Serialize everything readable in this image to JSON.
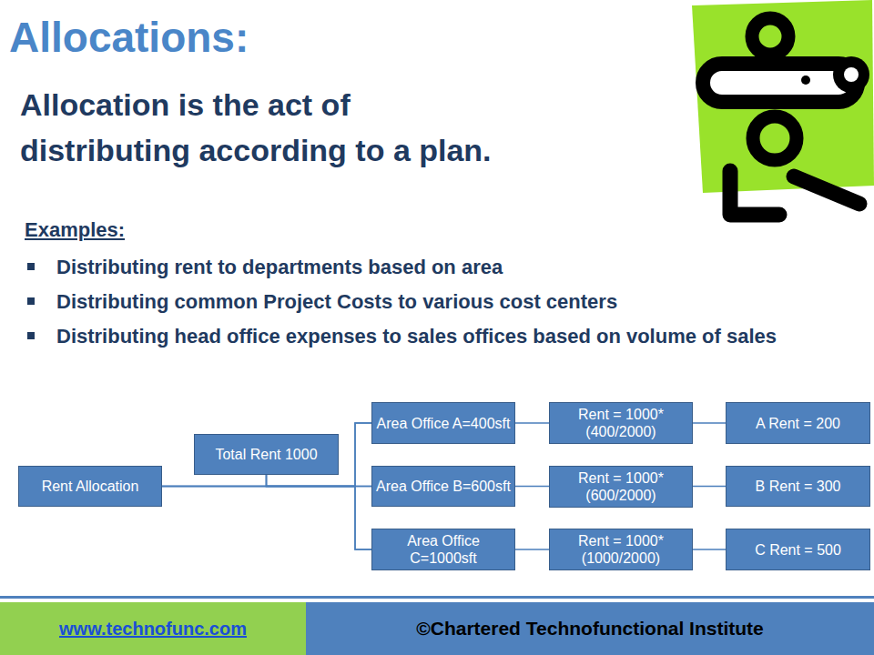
{
  "diagram": {
    "title": "Allocations:",
    "nodes": [
      {
        "text": [
          "Rent Allocation"
        ]
      },
      {
        "text": [
          "Total Rent 1000"
        ]
      },
      {
        "text": [
          "Area Office A=400sft"
        ]
      },
      {
        "text": [
          "Rent = 1000*(400/2000)"
        ]
      },
      {
        "text": [
          "A Rent = 200"
        ]
      },
      {
        "text": [
          "Area Office B=600sft"
        ]
      },
      {
        "text": [
          "Rent = 1000*(600/2000)"
        ]
      },
      {
        "text": [
          "B Rent = 300"
        ]
      },
      {
        "text": [
          "Area Office C=1000sft"
        ]
      },
      {
        "text": [
          "Rent = 1000*(1000/2000)"
        ]
      },
      {
        "text": [
          "C Rent = 500"
        ]
      }
    ],
    "edges": [
      {
        "from": 0,
        "to": 2,
        "arrow": "none"
      },
      {
        "from": 0,
        "to": 5,
        "arrow": "none"
      },
      {
        "from": 0,
        "to": 8,
        "arrow": "none"
      },
      {
        "from": 1,
        "to": 2,
        "arrow": "none"
      },
      {
        "from": 1,
        "to": 5,
        "arrow": "none"
      },
      {
        "from": 1,
        "to": 8,
        "arrow": "none"
      },
      {
        "from": 2,
        "to": 3,
        "arrow": "none"
      },
      {
        "from": 3,
        "to": 4,
        "arrow": "none"
      },
      {
        "from": 5,
        "to": 6,
        "arrow": "none"
      },
      {
        "from": 6,
        "to": 7,
        "arrow": "none"
      },
      {
        "from": 8,
        "to": 9,
        "arrow": "none"
      },
      {
        "from": 9,
        "to": 10,
        "arrow": "none"
      }
    ],
    "labels": [
      "Allocation is the act of distributing according to a plan.",
      "Examples:",
      "Distributing rent to departments based on area",
      "Distributing common Project Costs to various cost centers",
      "Distributing head office expenses to sales offices based on volume of sales",
      "www.technofunc.com",
      "©Chartered Technofunctional Institute"
    ]
  }
}
